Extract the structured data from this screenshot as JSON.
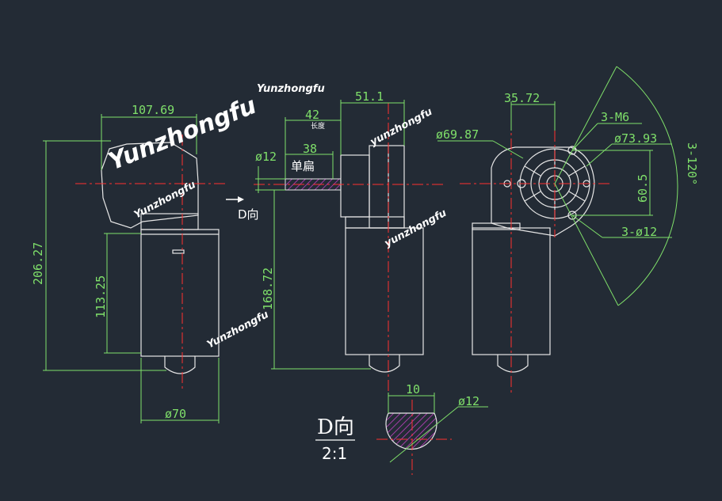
{
  "watermarks": {
    "main": "Yunzhongfu",
    "small": "Yunzhongfu",
    "lower_case": "yunzhongfu"
  },
  "dimensions": {
    "d_107_69": "107.69",
    "d_206_27": "206.27",
    "d_113_25": "113.25",
    "d_70": "ø70",
    "d_42": "42",
    "d_length_note": "长度",
    "d_38": "38",
    "d_12_shaft": "ø12",
    "d_single_flat": "单扁",
    "d_168_72": "168.72",
    "d_51_1": "51.1",
    "d_35_72": "35.72",
    "d_3_m6": "3-M6",
    "d_69_87": "ø69.87",
    "d_73_93": "ø73.93",
    "d_60_5": "60.5",
    "d_3_120": "3-120°",
    "d_3_12": "3-ø12",
    "d_10": "10",
    "d_12_section": "ø12"
  },
  "labels": {
    "direction_arrow": "D向",
    "view_title": "D向",
    "view_scale": "2:1"
  },
  "colors": {
    "background": "#232b35",
    "dimension": "#7fe06a",
    "centerline": "#ff3030",
    "outline": "#e6e6e6",
    "hatch": "#c040c0"
  }
}
